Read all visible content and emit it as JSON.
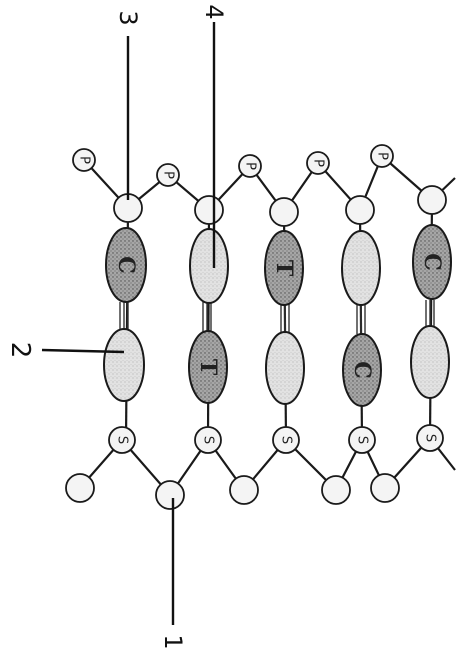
{
  "labels": {
    "one": "1",
    "two": "2",
    "three": "3",
    "four": "4"
  },
  "atoms": {
    "phosphate": "P",
    "sugar": "S"
  },
  "bases": {
    "r1_left": "",
    "r1_right": "C",
    "r2_left": "T",
    "r2_right": "",
    "r3_left": "",
    "r3_right": "T",
    "r4_left": "C",
    "r4_right": "",
    "r5_left": "",
    "r5_right": "C"
  },
  "colors": {
    "line": "#1a1a1a",
    "atom_fill": "#f4f4f4",
    "base_dark": "#9c9c9c",
    "base_light": "#dcdcdc",
    "background": "#ffffff"
  }
}
